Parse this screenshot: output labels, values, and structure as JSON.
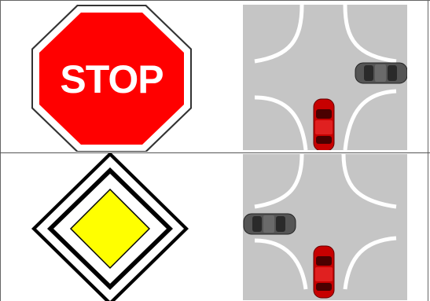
{
  "signs": [
    {
      "type": "stop",
      "text": "STOP",
      "color": "#ff0000",
      "text_color": "#ffffff",
      "icon": "stop-sign-icon"
    },
    {
      "type": "priority-road",
      "color": "#ffff00",
      "border_color": "#000000",
      "icon": "priority-road-sign-icon"
    }
  ],
  "scenes": [
    {
      "background": "#c5c5c5",
      "cars": [
        {
          "color": "#c70000",
          "icon": "red-car-icon",
          "direction": "north"
        },
        {
          "color": "#555555",
          "icon": "gray-car-icon",
          "direction": "west"
        }
      ]
    },
    {
      "background": "#c5c5c5",
      "cars": [
        {
          "color": "#c70000",
          "icon": "red-car-icon",
          "direction": "north"
        },
        {
          "color": "#555555",
          "icon": "gray-car-icon",
          "direction": "east"
        }
      ]
    }
  ]
}
